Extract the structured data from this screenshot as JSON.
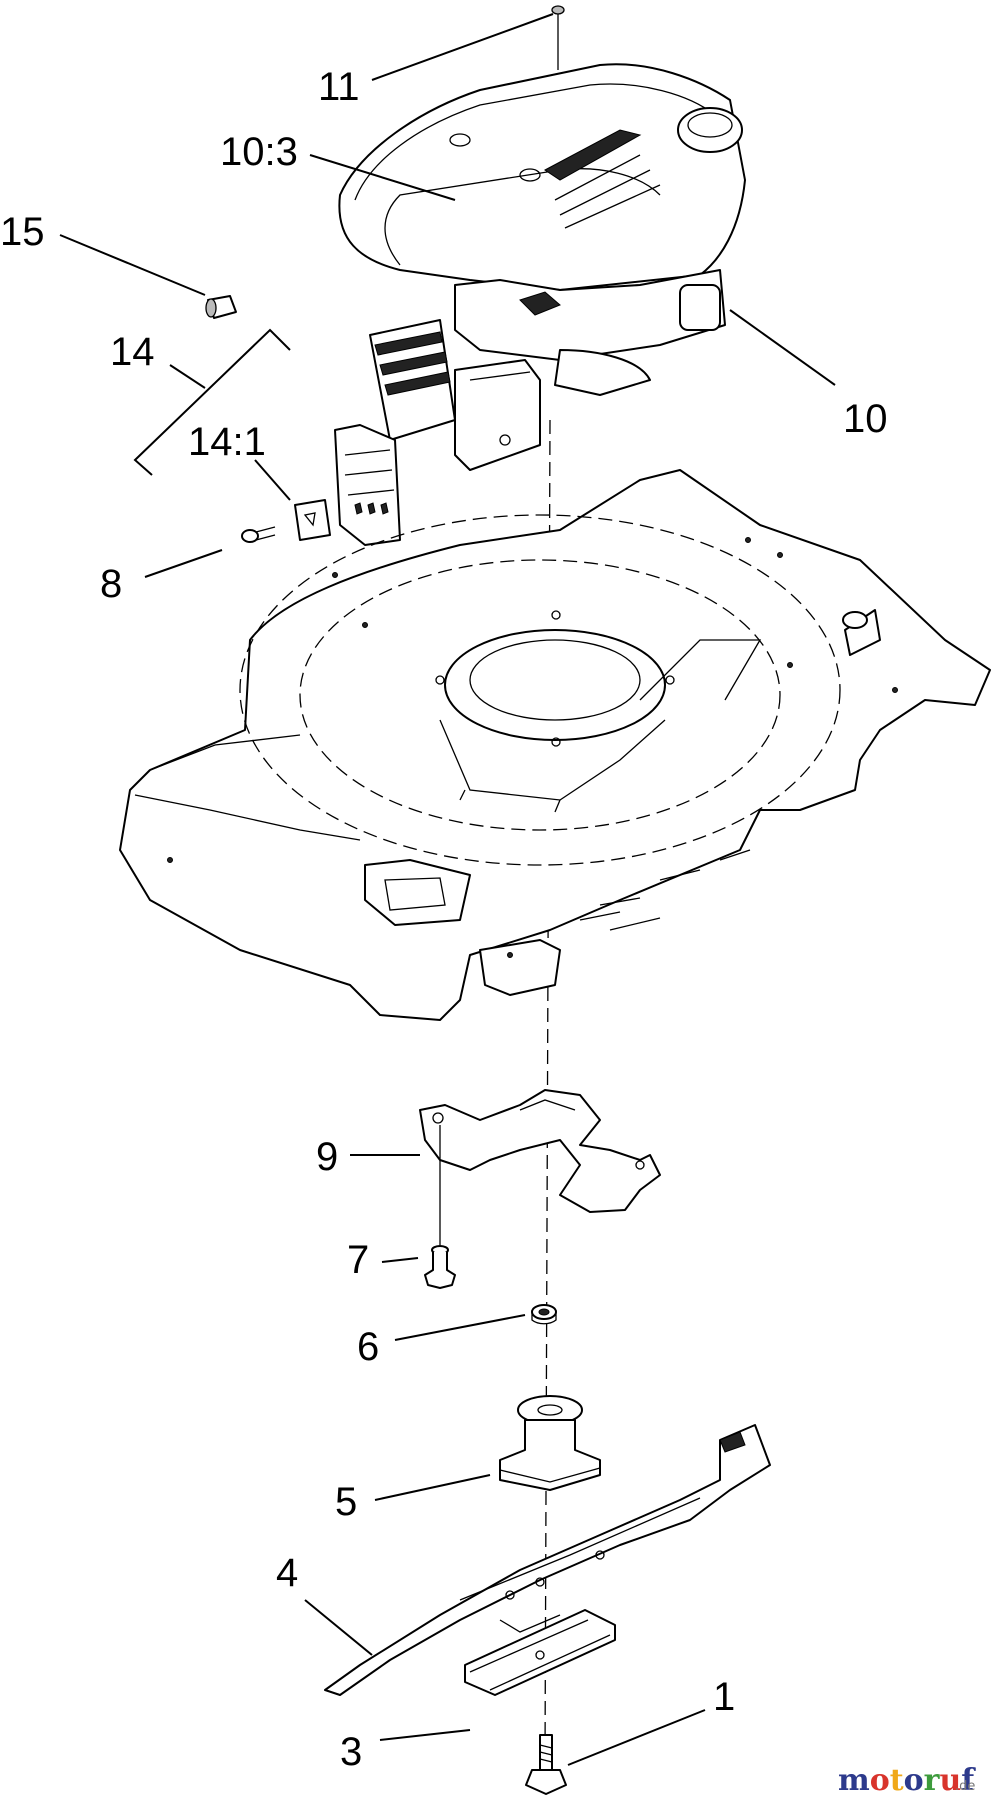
{
  "callouts": [
    {
      "id": "11",
      "text": "11"
    },
    {
      "id": "10-3",
      "text": "10:3"
    },
    {
      "id": "15",
      "text": "15"
    },
    {
      "id": "14",
      "text": "14"
    },
    {
      "id": "14-1",
      "text": "14:1"
    },
    {
      "id": "10",
      "text": "10"
    },
    {
      "id": "8",
      "text": "8"
    },
    {
      "id": "9",
      "text": "9"
    },
    {
      "id": "7",
      "text": "7"
    },
    {
      "id": "6",
      "text": "6"
    },
    {
      "id": "5",
      "text": "5"
    },
    {
      "id": "4",
      "text": "4"
    },
    {
      "id": "1",
      "text": "1"
    },
    {
      "id": "3",
      "text": "3"
    }
  ],
  "watermark": {
    "letters": [
      "m",
      "o",
      "t",
      "o",
      "r",
      "u",
      "f"
    ],
    "letter_colors": [
      "#2d3a8c",
      "#d8342c",
      "#f0a818",
      "#2d3a8c",
      "#3d9b3c",
      "#d8342c",
      "#2d3a8c"
    ],
    "suffix": ".de"
  }
}
